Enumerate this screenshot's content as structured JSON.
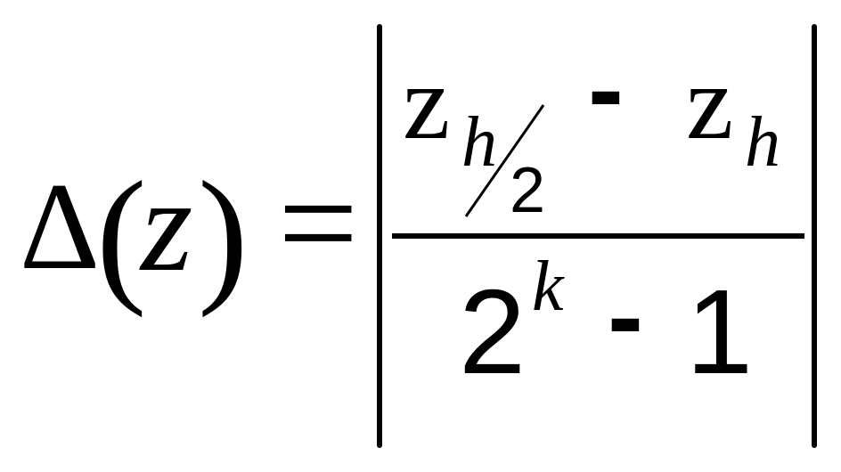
{
  "formula": {
    "lhs": {
      "delta": "Δ",
      "open_paren": "(",
      "variable": "z",
      "close_paren": ")"
    },
    "equals": "=",
    "numerator": {
      "z_first": "z",
      "subscript_h": "h",
      "subscript_divisor": "2",
      "minus": "-",
      "z_second": "z",
      "subscript_second": "h"
    },
    "denominator": {
      "base": "2",
      "exponent": "k",
      "minus": "-",
      "one": "1"
    }
  }
}
